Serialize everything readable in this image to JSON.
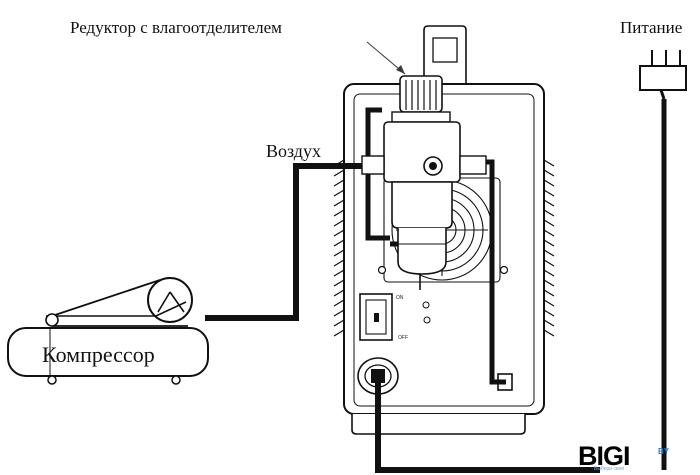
{
  "labels": {
    "regulator": "Редуктор с влагоотделителем",
    "power": "Питание",
    "air": "Воздух",
    "compressor": "Компрессор",
    "switch_on": "ON",
    "switch_off": "OFF"
  },
  "logo": {
    "text": "BIGI",
    "suffix": "BY",
    "tagline": "Выбери своё"
  }
}
